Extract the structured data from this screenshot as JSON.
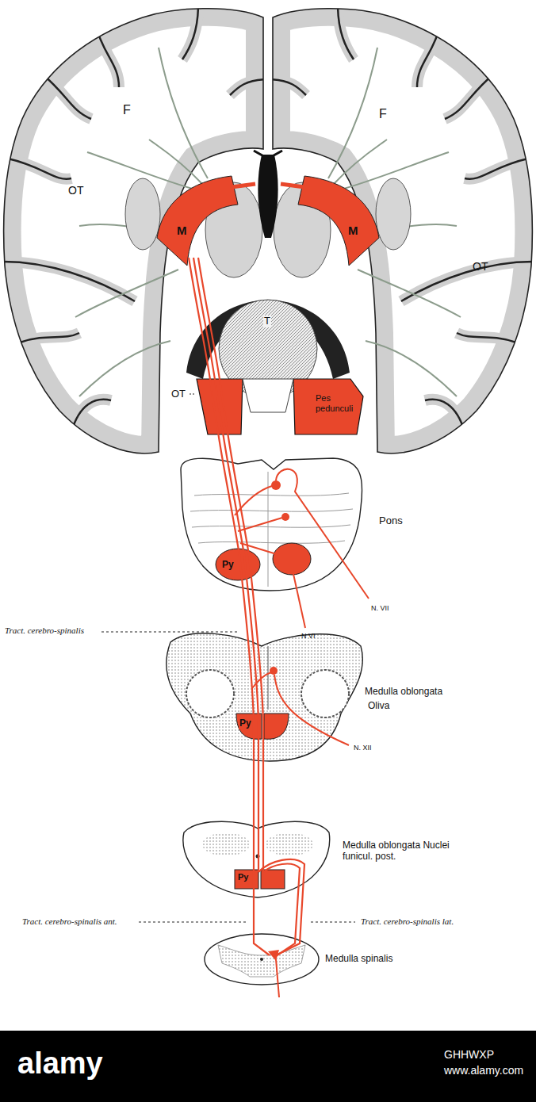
{
  "diagram": {
    "labels": [
      "F",
      "F",
      "OT",
      "M",
      "M",
      "T",
      "OT",
      "OT",
      "Pes pedunculi",
      "Pons",
      "Py",
      "N. VII",
      "Tract. cerebro-spinalis",
      "N VI",
      "Medulla oblongata",
      "Oliva",
      "Py",
      "N. XII",
      "Medulla oblongata Nuclei funicul. post.",
      "Py",
      "Tract. cerebro-spinalis ant.",
      "Tract. cerebro-spinalis lat.",
      "Medulla spinalis",
      "alamy",
      "GHHWXP",
      "www.alamy.com"
    ]
  }
}
